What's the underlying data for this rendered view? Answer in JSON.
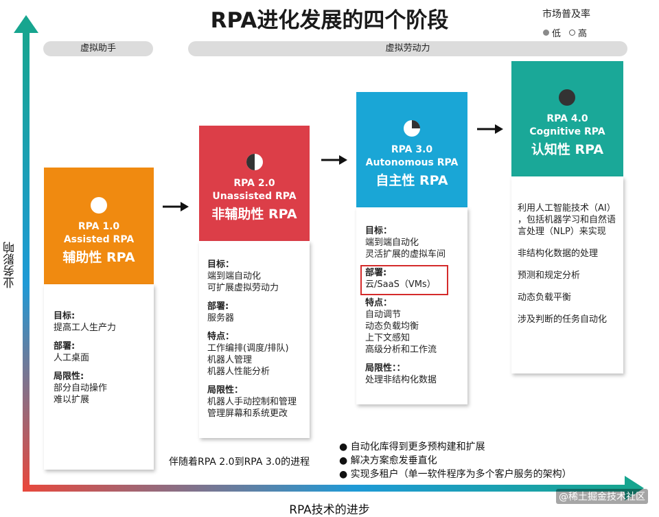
{
  "title": "RPA进化发展的四个阶段",
  "legend": {
    "title": "市场普及率",
    "low": "低",
    "high": "高"
  },
  "bands": {
    "virtual_assistant": "虚拟助手",
    "virtual_workforce": "虚拟劳动力"
  },
  "stages": [
    {
      "version": "RPA 1.0",
      "en": "Assisted RPA",
      "cn": "辅助性 RPA",
      "color": "#f08a10",
      "adoption": 0,
      "sections": [
        {
          "heading": "目标:",
          "lines": [
            "提高工人生产力"
          ]
        },
        {
          "heading": "部署:",
          "lines": [
            "人工桌面"
          ]
        },
        {
          "heading": "局限性:",
          "lines": [
            "部分自动操作",
            "难以扩展"
          ]
        }
      ]
    },
    {
      "version": "RPA 2.0",
      "en": "Unassisted RPA",
      "cn": "非辅助性 RPA",
      "color": "#dc3e48",
      "adoption": 0.5,
      "sections": [
        {
          "heading": "目标：",
          "lines": [
            "端到端自动化",
            "可扩展虚拟劳动力"
          ]
        },
        {
          "heading": "部署:",
          "lines": [
            "服务器"
          ]
        },
        {
          "heading": "特点：",
          "lines": [
            "工作编排(调度/排队)",
            "机器人管理",
            "机器人性能分析"
          ]
        },
        {
          "heading": "局限性：",
          "lines": [
            "机器人手动控制和管理",
            "管理屏幕和系统更改"
          ]
        }
      ]
    },
    {
      "version": "RPA 3.0",
      "en": "Autonomous RPA",
      "cn": "自主性 RPA",
      "color": "#1aa6d6",
      "adoption": 0.25,
      "sections": [
        {
          "heading": "目标：",
          "lines": [
            "端到端自动化",
            "灵活扩展的虚拟车间"
          ]
        },
        {
          "heading": "部署:",
          "lines": [
            "云/SaaS（VMs）"
          ]
        },
        {
          "heading": "特点：",
          "lines": [
            "自动调节",
            "动态负载均衡",
            "上下文感知",
            "高级分析和工作流"
          ]
        },
        {
          "heading": "局限性：：",
          "lines": [
            "处理非结构化数据"
          ]
        }
      ]
    },
    {
      "version": "RPA 4.0",
      "en": "Cognitive RPA",
      "cn": "认知性 RPA",
      "color": "#1aa898",
      "adoption": 1,
      "items": [
        "利用人工智能技术（AI）",
        "，包括机器学习和自然语",
        "言处理（NLP）来实现",
        "非结构化数据的处理",
        "预测和规定分析",
        "动态负载平衡",
        "涉及判断的任务自动化"
      ]
    }
  ],
  "bottom_note": "伴随着RPA 2.0到RPA 3.0的进程",
  "bullets": [
    "自动化库得到更多预构建和扩展",
    "解决方案愈发垂直化",
    "实现多租户（单一软件程序为多个客户服务的架构）"
  ],
  "axis": {
    "x_label": "RPA技术的进步",
    "y_label": "业务影响"
  },
  "watermark": "@稀土掘金技术社区"
}
